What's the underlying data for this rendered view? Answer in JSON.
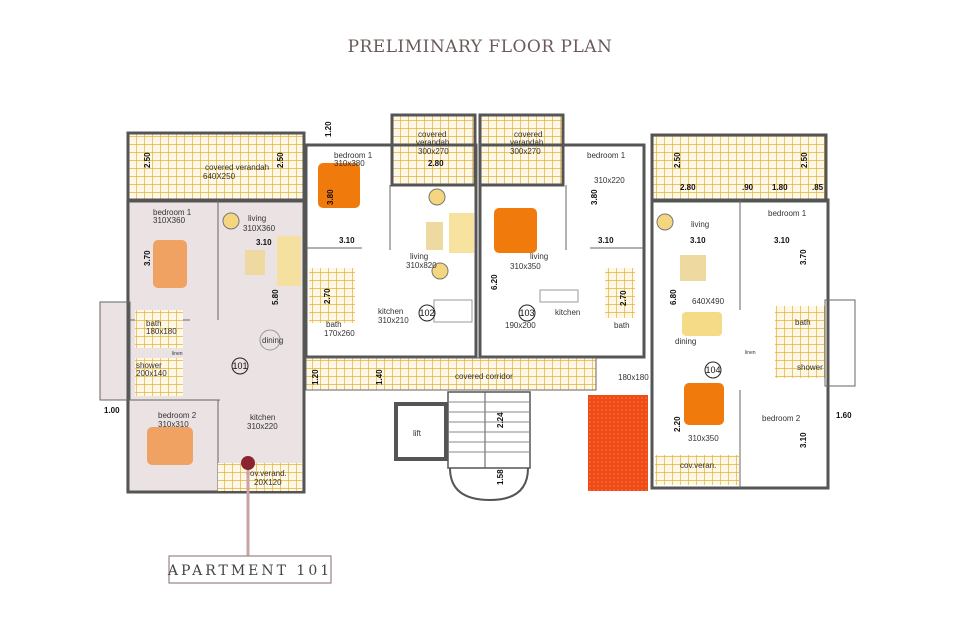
{
  "title": "PRELIMINARY FLOOR PLAN",
  "callout": "APARTMENT 101",
  "colors": {
    "highlight": "#ebe2e4",
    "tile": "#e2b23a",
    "bed_dark": "#f07a0c",
    "bed_light": "#f0a262",
    "marker": "#8b2430",
    "callout_line": "#c9a3a6"
  },
  "apt101": {
    "number": "101",
    "verandah": "covered verandah",
    "verandah_size": "640X250",
    "bedroom1": "bedroom 1",
    "bedroom1_size": "310X360",
    "living": "living",
    "living_size": "310X360",
    "bath": "bath",
    "bath_size": "180x180",
    "shower": "shower",
    "shower_size": "200x140",
    "linen": "linen",
    "dining": "dining",
    "bedroom2": "bedroom 2",
    "bedroom2_size": "310x310",
    "kitchen": "kitchen",
    "kitchen_size": "310x220",
    "cov_verand": "cov.verand.",
    "cov_verand_size": "20X120"
  },
  "apt102": {
    "number": "102",
    "verandah": "covered",
    "verandah2": "verandah",
    "verandah_size": "300x270",
    "bedroom1": "bedroom 1",
    "bedroom1_size": "310x380",
    "living": "living",
    "living_size": "310x820",
    "kitchen": "kitchen",
    "kitchen_size": "310x210",
    "bath": "bath",
    "bath_size": "170x260"
  },
  "apt103": {
    "number": "103",
    "verandah": "covered",
    "verandah2": "verandah",
    "verandah_size": "300x270",
    "bedroom1": "bedroom 1",
    "bedroom1_size": "310x220",
    "living": "living",
    "living_size": "310x350",
    "kitchen": "kitchen",
    "kitchen_size": "190x200",
    "bath": "bath",
    "extra_size": "180x180"
  },
  "apt104": {
    "number": "104",
    "bedroom1": "bedroom 1",
    "living": "living",
    "living_size": "640X490",
    "dining": "dining",
    "bath": "bath",
    "shower": "shower",
    "linen": "linen",
    "bedroom2": "bedroom 2",
    "bedroom2_size": "310x350",
    "cov_veran": "cov.veran."
  },
  "common": {
    "corridor": "covered corridor",
    "lift": "lift"
  },
  "dims": {
    "d250": "2.50",
    "d310": "3.10",
    "d370": "3.70",
    "d580": "5.80",
    "d100": "1.00",
    "d120": "1.20",
    "d280": "2.80",
    "d380": "3.80",
    "d270": "2.70",
    "d140": "1.40",
    "d620": "6.20",
    "d224": "2.24",
    "d158": "1.58",
    "d090": ".90",
    "d180": "1.80",
    "d085": ".85",
    "d220": "2.20",
    "d680": "6.80",
    "d160": "1.60"
  }
}
